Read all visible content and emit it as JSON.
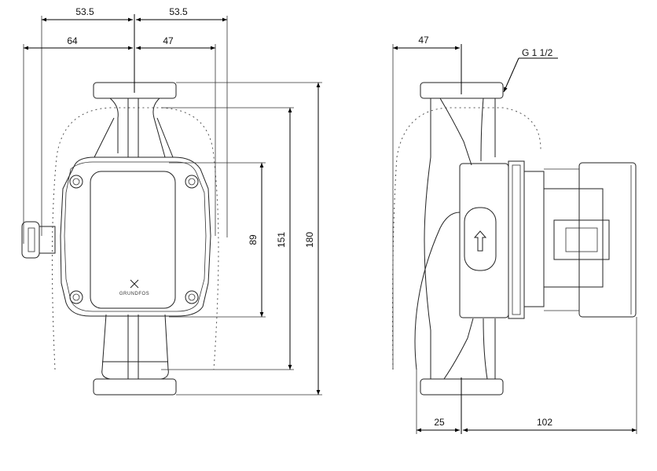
{
  "title": "Pump dimensional drawing",
  "front_view": {
    "dimensions": {
      "top_left_53_5": "53.5",
      "top_right_53_5": "53.5",
      "left_64": "64",
      "right_47": "47",
      "height_89": "89",
      "height_151": "151",
      "height_180": "180"
    },
    "logo_text": "GRUNDFOS"
  },
  "side_view": {
    "dimensions": {
      "top_47": "47",
      "thread": "G 1 1/2",
      "bottom_25": "25",
      "bottom_102": "102"
    },
    "flow_arrow": "arrow-up-icon"
  }
}
